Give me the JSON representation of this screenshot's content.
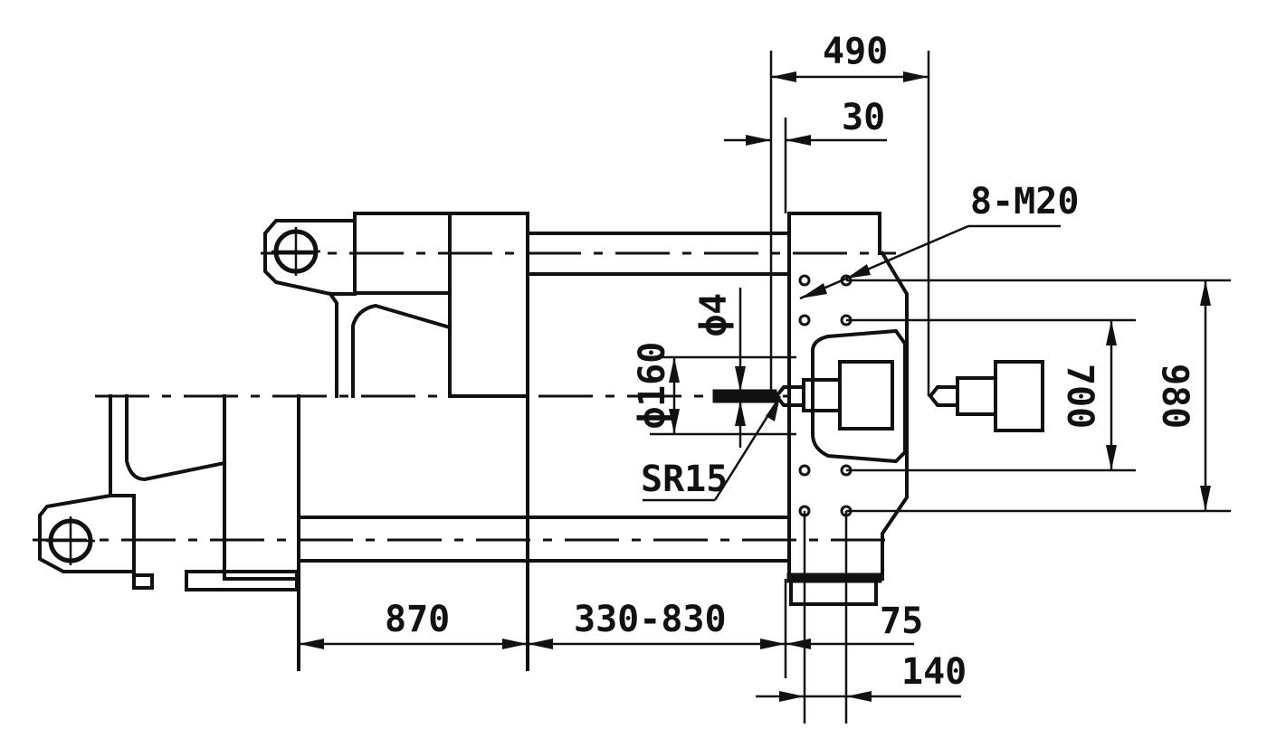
{
  "dimensions": {
    "d490": "490",
    "d30": "30",
    "thread_spec": "8-M20",
    "phi4": "ϕ4",
    "phi160": "ϕ160",
    "sr15": "SR15",
    "d700": "700",
    "d980": "980",
    "d870": "870",
    "d330_830": "330-830",
    "d75": "75",
    "d140": "140"
  }
}
